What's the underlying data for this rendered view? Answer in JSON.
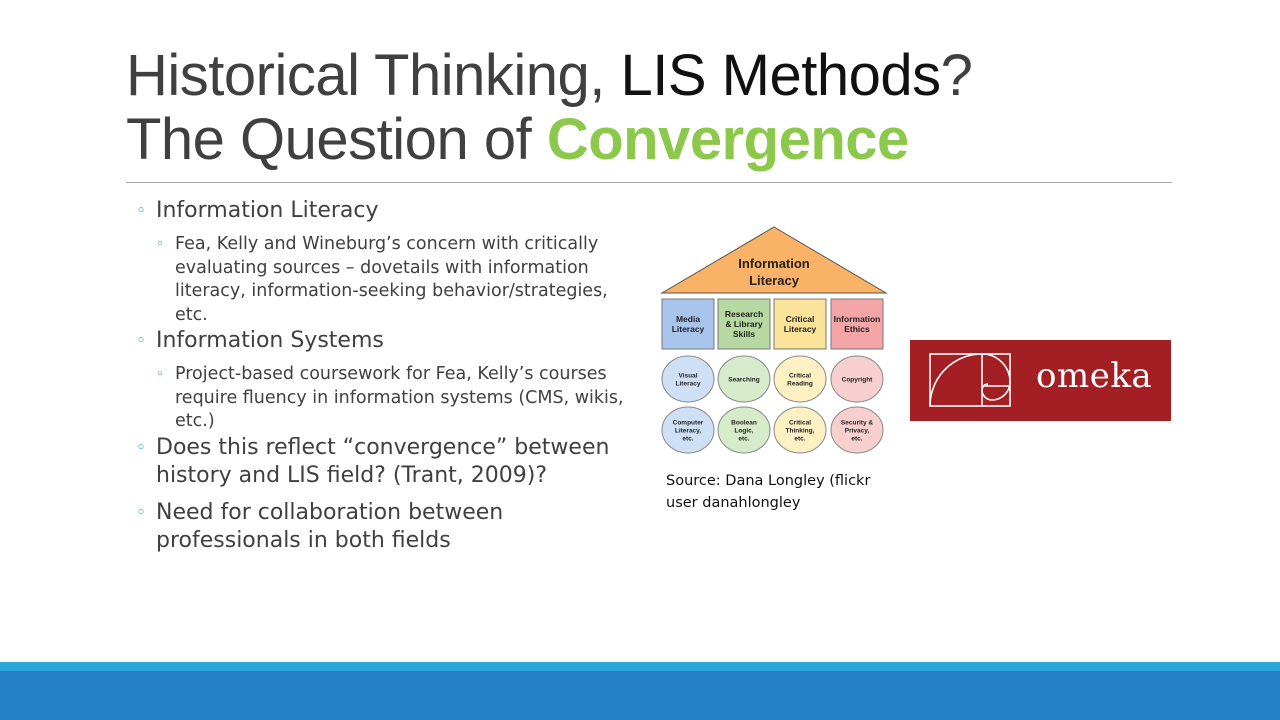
{
  "slide": {
    "title_part1": "Historical Thinking, ",
    "title_part2": "LIS Methods",
    "title_part3": "?",
    "title_line2_prefix": "The Question of ",
    "title_line2_highlight": "Convergence"
  },
  "bullets": [
    {
      "text": "Information Literacy",
      "sub": [
        "Fea, Kelly and Wineburg’s concern with critically evaluating sources – dovetails with information literacy, information-seeking behavior/strategies, etc."
      ]
    },
    {
      "text": "Information Systems",
      "sub": [
        "Project-based coursework for Fea, Kelly’s courses require fluency in information systems (CMS, wikis, etc.)"
      ]
    },
    {
      "text": "Does this reflect “convergence” between history and LIS field? (Trant, 2009)?",
      "sub": []
    },
    {
      "text": "Need for collaboration between professionals in both fields",
      "sub": []
    }
  ],
  "diagram": {
    "roof": [
      "Information",
      "Literacy"
    ],
    "pillars": [
      {
        "lines": [
          "Media",
          "Literacy"
        ],
        "fill": "#a9c4eb"
      },
      {
        "lines": [
          "Research",
          "& Library",
          "Skills"
        ],
        "fill": "#b5d9a1"
      },
      {
        "lines": [
          "Critical",
          "Literacy"
        ],
        "fill": "#fbe39a"
      },
      {
        "lines": [
          "Information",
          "Ethics"
        ],
        "fill": "#f4a6a6"
      }
    ],
    "row1": [
      {
        "lines": [
          "Visual",
          "Literacy"
        ],
        "fill": "#cfe0f6"
      },
      {
        "lines": [
          "Searching"
        ],
        "fill": "#d5ebc9"
      },
      {
        "lines": [
          "Critical",
          "Reading"
        ],
        "fill": "#fdf0c2"
      },
      {
        "lines": [
          "Copyright"
        ],
        "fill": "#f8cfcf"
      }
    ],
    "row2": [
      {
        "lines": [
          "Computer",
          "Literacy,",
          "etc."
        ],
        "fill": "#cfe0f6"
      },
      {
        "lines": [
          "Boolean",
          "Logic,",
          "etc."
        ],
        "fill": "#d5ebc9"
      },
      {
        "lines": [
          "Critical",
          "Thinking,",
          "etc."
        ],
        "fill": "#fdf0c2"
      },
      {
        "lines": [
          "Security &",
          "Privacy,",
          "etc."
        ],
        "fill": "#f8cfcf"
      }
    ]
  },
  "caption": "Source: Dana Longley (flickr user danahlongley",
  "logo": {
    "text": "omeka",
    "bg": "#a31f24"
  },
  "colors": {
    "accent_green": "#8cc84b",
    "bullet_blue": "#1c9ad6",
    "footer_blue": "#2481c7"
  }
}
